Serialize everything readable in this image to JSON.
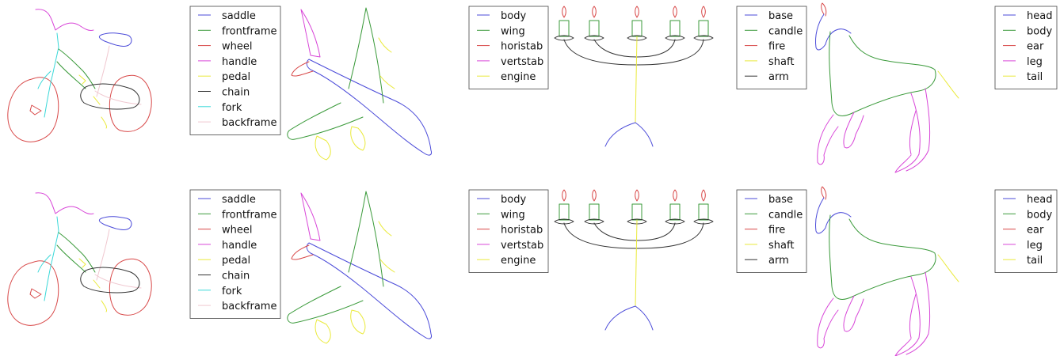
{
  "colors": {
    "blue": "#4b4bd9",
    "green": "#3a9a3a",
    "red": "#d84848",
    "magenta": "#d846d8",
    "yellow": "#eaea3a",
    "black": "#333333",
    "cyan": "#3ad8d8",
    "pink": "#f0c8d0"
  },
  "legends": {
    "bicycle": [
      {
        "label": "saddle",
        "color": "blue"
      },
      {
        "label": "frontframe",
        "color": "green"
      },
      {
        "label": "wheel",
        "color": "red"
      },
      {
        "label": "handle",
        "color": "magenta"
      },
      {
        "label": "pedal",
        "color": "yellow"
      },
      {
        "label": "chain",
        "color": "black"
      },
      {
        "label": "fork",
        "color": "cyan"
      },
      {
        "label": "backframe",
        "color": "pink"
      }
    ],
    "airplane": [
      {
        "label": "body",
        "color": "blue"
      },
      {
        "label": "wing",
        "color": "green"
      },
      {
        "label": "horistab",
        "color": "red"
      },
      {
        "label": "vertstab",
        "color": "magenta"
      },
      {
        "label": "engine",
        "color": "yellow"
      }
    ],
    "candelabra": [
      {
        "label": "base",
        "color": "blue"
      },
      {
        "label": "candle",
        "color": "green"
      },
      {
        "label": "fire",
        "color": "red"
      },
      {
        "label": "shaft",
        "color": "yellow"
      },
      {
        "label": "arm",
        "color": "black"
      }
    ],
    "horse": [
      {
        "label": "head",
        "color": "blue"
      },
      {
        "label": "body",
        "color": "green"
      },
      {
        "label": "ear",
        "color": "red"
      },
      {
        "label": "leg",
        "color": "magenta"
      },
      {
        "label": "tail",
        "color": "yellow"
      }
    ]
  },
  "rows": [
    {
      "id": "top"
    },
    {
      "id": "bottom"
    }
  ]
}
